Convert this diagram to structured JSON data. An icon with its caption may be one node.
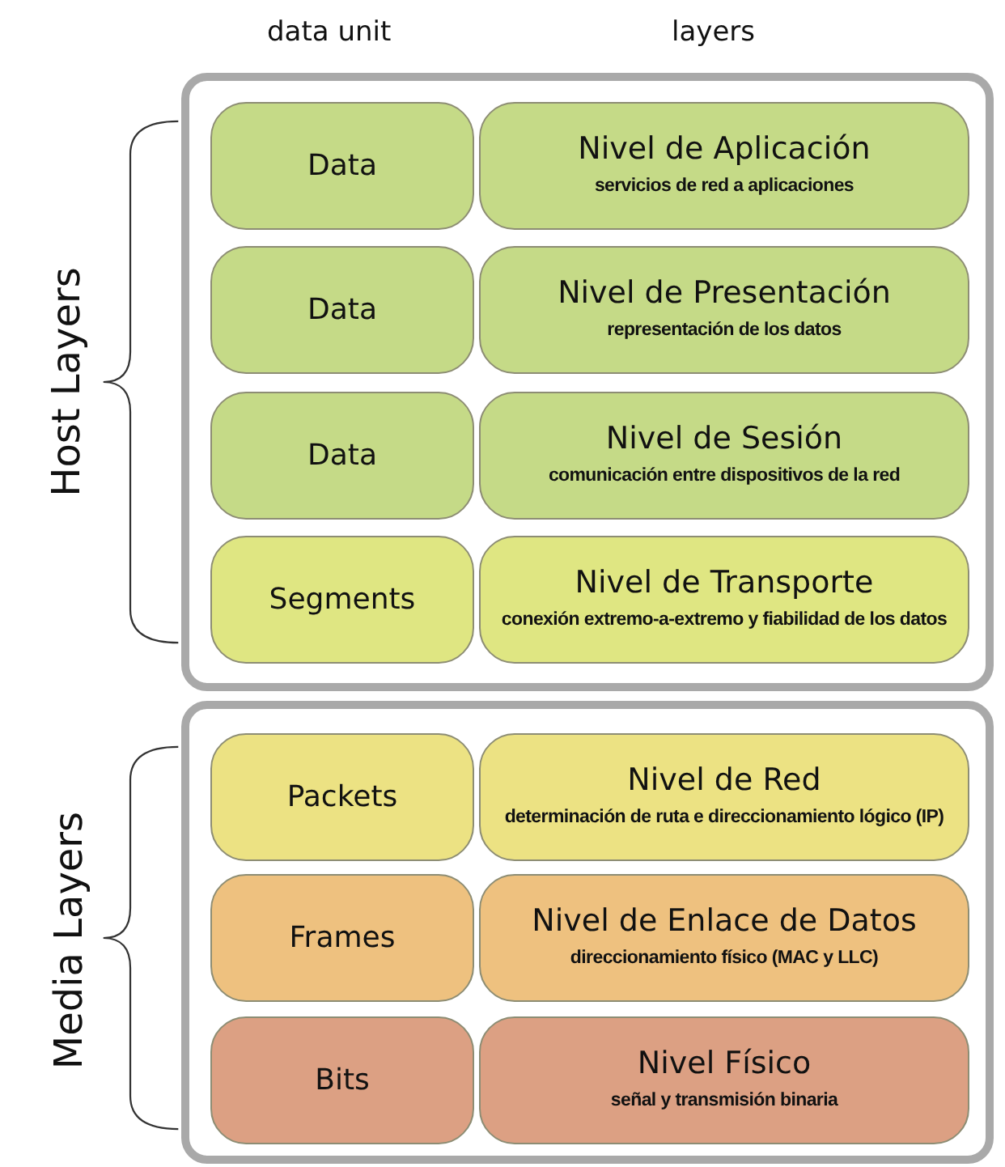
{
  "diagram": {
    "nodes": [
      {
        "text": [],
        "shape": "box"
      },
      {
        "text": [
          "Data"
        ],
        "in": 0
      },
      {
        "text": [
          "Nivel de Aplicación",
          "servicios de red a aplicaciones"
        ],
        "in": 0
      },
      {
        "text": [
          "Data"
        ],
        "in": 0
      },
      {
        "text": [
          "Nivel de Presentación",
          "representación de los datos"
        ],
        "in": 0
      },
      {
        "text": [
          "Data"
        ],
        "in": 0
      },
      {
        "text": [
          "Nivel de Sesión",
          "comunicación entre dispositivos de la red"
        ],
        "in": 0
      },
      {
        "text": [
          "Segments"
        ],
        "in": 0
      },
      {
        "text": [
          "Nivel de Transporte",
          "conexión extremo-a-extremo y fiabilidad de los datos"
        ],
        "in": 0
      },
      {
        "text": [],
        "shape": "box"
      },
      {
        "text": [
          "Packets"
        ],
        "in": 9
      },
      {
        "text": [
          "Nivel de Red",
          "determinación de ruta e direccionamiento lógico (IP)"
        ],
        "in": 9
      },
      {
        "text": [
          "Frames"
        ],
        "in": 9
      },
      {
        "text": [
          "Nivel de Enlace de Datos",
          "direccionamiento físico (MAC y LLC)"
        ],
        "in": 9
      },
      {
        "text": [
          "Bits"
        ],
        "in": 9
      },
      {
        "text": [
          "Nivel Físico",
          "señal y transmisión binaria"
        ],
        "in": 9
      }
    ],
    "labels": [
      "data unit",
      "layers",
      "Host Layers",
      "Media Layers"
    ]
  }
}
